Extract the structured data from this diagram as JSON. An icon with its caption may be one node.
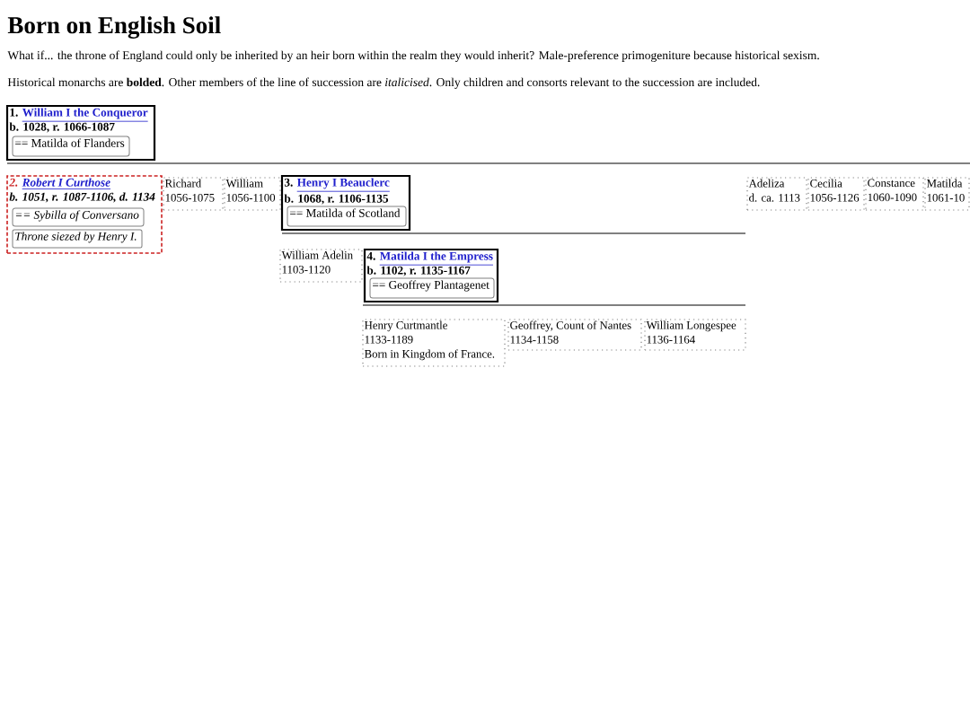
{
  "diagram": {
    "title": "Born on English Soil",
    "nodes": [
      {
        "text": [
          "1.",
          "William I the Conqueror",
          "b. 1028, r. 1066-1087"
        ]
      },
      {
        "text": [
          "== Matilda of Flanders"
        ],
        "in": 0
      },
      {
        "text": [
          "2.",
          "Robert I Curthose",
          "b. 1051, r. 1087-1106, d. 1134"
        ]
      },
      {
        "text": [
          "== Sybilla of Conversano"
        ],
        "in": 2
      },
      {
        "text": [
          "Throne siezed by Henry I."
        ],
        "in": 2
      },
      {
        "text": [
          "Richard",
          "1056-1075"
        ]
      },
      {
        "text": [
          "William",
          "1056-1100"
        ]
      },
      {
        "text": [
          "3.",
          "Henry I Beauclerc",
          "b. 1068, r. 1106-1135"
        ]
      },
      {
        "text": [
          "== Matilda of Scotland"
        ],
        "in": 7
      },
      {
        "text": [
          "Adeliza",
          "d. ca. 1113"
        ]
      },
      {
        "text": [
          "Cecilia",
          "1056-1126"
        ]
      },
      {
        "text": [
          "Constance",
          "1060-1090"
        ]
      },
      {
        "text": [
          "Matilda",
          "1061-10"
        ]
      },
      {
        "text": [
          "William Adelin",
          "1103-1120"
        ]
      },
      {
        "text": [
          "4.",
          "Matilda I the Empress",
          "b. 1102, r. 1135-1167"
        ]
      },
      {
        "text": [
          "== Geoffrey Plantagenet"
        ],
        "in": 14
      },
      {
        "text": [
          "Henry Curtmantle",
          "1133-1189",
          "Born in Kingdom of France."
        ]
      },
      {
        "text": [
          "Geoffrey, Count of Nantes",
          "1134-1158"
        ]
      },
      {
        "text": [
          "William Longespee",
          "1136-1164"
        ]
      }
    ],
    "labels": [
      "What if... the throne of England could only be inherited by an heir born within the realm they would inherit? Male-preference primogeniture because historical sexism.",
      "Historical monarchs are **bolded**. Other members of the line of succession are *italicised*. Only children and consorts relevant to the succession are included."
    ]
  }
}
